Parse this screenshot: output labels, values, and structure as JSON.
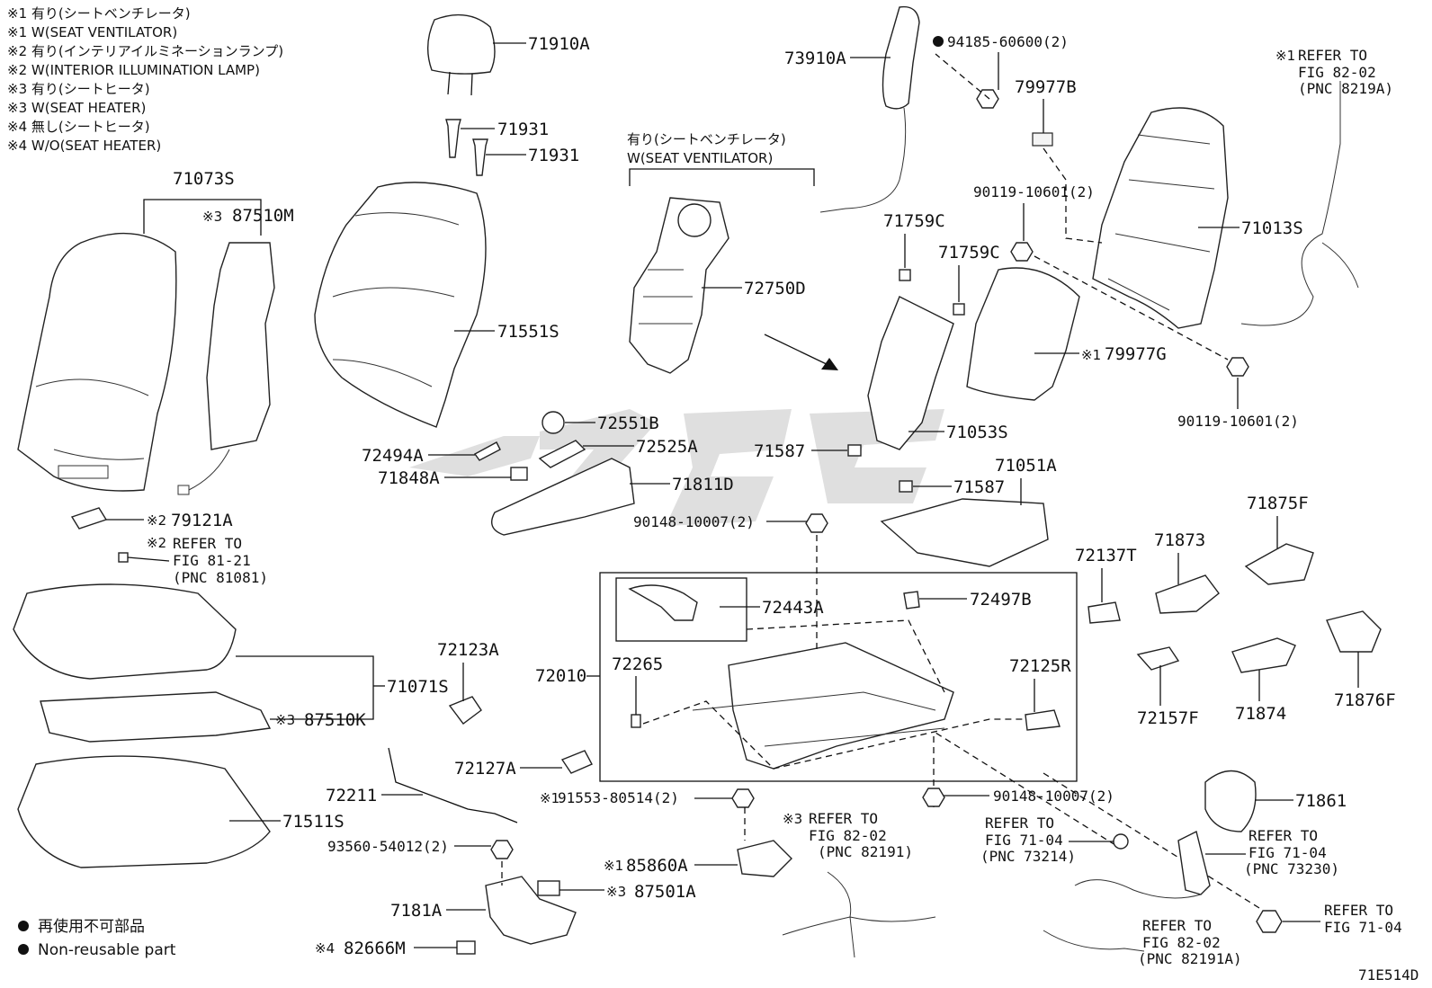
{
  "notes": [
    "※1 有り(シートベンチレータ)",
    "※1 W(SEAT VENTILATOR)",
    "※2 有り(インテリアイルミネーションランプ)",
    "※2 W(INTERIOR ILLUMINATION LAMP)",
    "※3 有り(シートヒータ)",
    "※3 W(SEAT HEATER)",
    "※4 無し(シートヒータ)",
    "※4 W/O(SEAT HEATER)"
  ],
  "ventilator_group": {
    "line1": "有り(シートベンチレータ)",
    "line2": "W(SEAT VENTILATOR)"
  },
  "parts": {
    "p71910A": "71910A",
    "p71931a": "71931",
    "p71931b": "71931",
    "p73910A": "73910A",
    "p94185": "94185-60600(2)",
    "p79977B": "79977B",
    "p90119a": "90119-10601(2)",
    "p90119b": "90119-10601(2)",
    "p71013S": "71013S",
    "p79977G": "79977G",
    "p71759Ca": "71759C",
    "p71759Cb": "71759C",
    "p71053S": "71053S",
    "p71051A": "71051A",
    "p71587a": "71587",
    "p71587b": "71587",
    "p72750D": "72750D",
    "p71551S": "71551S",
    "p71073S": "71073S",
    "p87510M": "87510M",
    "p72551B": "72551B",
    "p72525A": "72525A",
    "p72494A": "72494A",
    "p71848A": "71848A",
    "p71811D": "71811D",
    "p79121A": "79121A",
    "p90148a": "90148-10007(2)",
    "p90148b": "90148-10007(2)",
    "p72443A": "72443A",
    "p72497B": "72497B",
    "p72137T": "72137T",
    "p71873": "71873",
    "p71875F": "71875F",
    "p71071S": "71071S",
    "p87510K": "87510K",
    "p72123A": "72123A",
    "p72010": "72010",
    "p72265": "72265",
    "p72125R": "72125R",
    "p72157F": "72157F",
    "p71874": "71874",
    "p71876F": "71876F",
    "p72127A": "72127A",
    "p72211": "72211",
    "p91553": "91553-80514(2)",
    "p71511S": "71511S",
    "p93560": "93560-54012(2)",
    "p85860A": "85860A",
    "p87501A": "87501A",
    "p7181A": "7181A",
    "p82666M": "82666M",
    "p71861": "71861"
  },
  "marks": {
    "m3_87510M": "※3",
    "m1_79977G": "※1",
    "m2_79121A": "※2",
    "m3_87510K": "※3",
    "m1_91553": "※1",
    "m1_85860A": "※1",
    "m3_87501A": "※3",
    "m4_82666M": "※4"
  },
  "refers": {
    "r1": {
      "line1": "REFER TO",
      "line2": "FIG 82-02",
      "line3": "(PNC 8219A)",
      "mark": "※1"
    },
    "r2": {
      "line1": "REFER TO",
      "line2": "FIG 81-21",
      "line3": "(PNC 81081)",
      "mark": "※2"
    },
    "r3": {
      "line1": "REFER TO",
      "line2": "FIG 82-02",
      "line3": "(PNC 82191)",
      "mark": "※3"
    },
    "r4": {
      "line1": "REFER TO",
      "line2": "FIG 71-04",
      "line3": "(PNC 73214)"
    },
    "r5": {
      "line1": "REFER TO",
      "line2": "FIG 71-04",
      "line3": "(PNC 73230)"
    },
    "r6": {
      "line1": "REFER TO",
      "line2": "FIG 71-04"
    },
    "r7": {
      "line1": "REFER TO",
      "line2": "FIG 82-02",
      "line3": "(PNC 82191A)"
    }
  },
  "legend": {
    "jp": "再使用不可部品",
    "en": "Non-reusable part"
  },
  "figure_id": "71E514D",
  "colors": {
    "line": "#111111",
    "watermark": "#d9d9d9"
  }
}
